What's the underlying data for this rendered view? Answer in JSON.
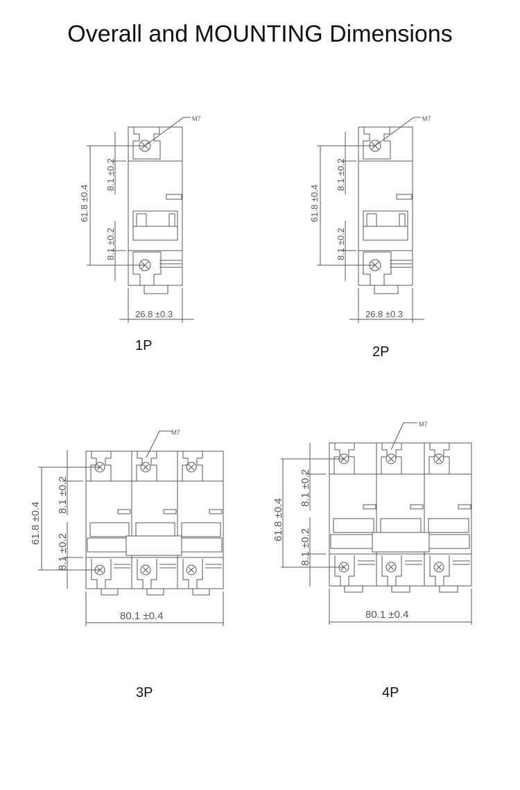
{
  "title": "Overall and MOUNTING Dimensions",
  "colors": {
    "line": "#555555",
    "text": "#111111",
    "background": "#ffffff"
  },
  "drawings": [
    {
      "id": "1P",
      "label": "1P",
      "callout": "M7",
      "height_dim": "61.8 ±0.4",
      "upper_dim": "8.1 ±0.2",
      "lower_dim": "8.1 ±0.2",
      "width_dim": "26.8 ±0.3"
    },
    {
      "id": "2P",
      "label": "2P",
      "callout": "M7",
      "height_dim": "61.8 ±0.4",
      "upper_dim": "8.1 ±0.2",
      "lower_dim": "8.1 ±0.2",
      "width_dim": "26.8 ±0.3"
    },
    {
      "id": "3P",
      "label": "3P",
      "callout": "M7",
      "height_dim": "61.8 ±0.4",
      "upper_dim": "8.1 ±0.2",
      "lower_dim": "8.1 ±0.2",
      "width_dim": "80.1 ±0.4"
    },
    {
      "id": "4P",
      "label": "4P",
      "callout": "M7",
      "height_dim": "61.8 ±0.4",
      "upper_dim": "8.1 ±0.2",
      "lower_dim": "8.1 ±0.2",
      "width_dim": "80.1 ±0.4"
    }
  ]
}
